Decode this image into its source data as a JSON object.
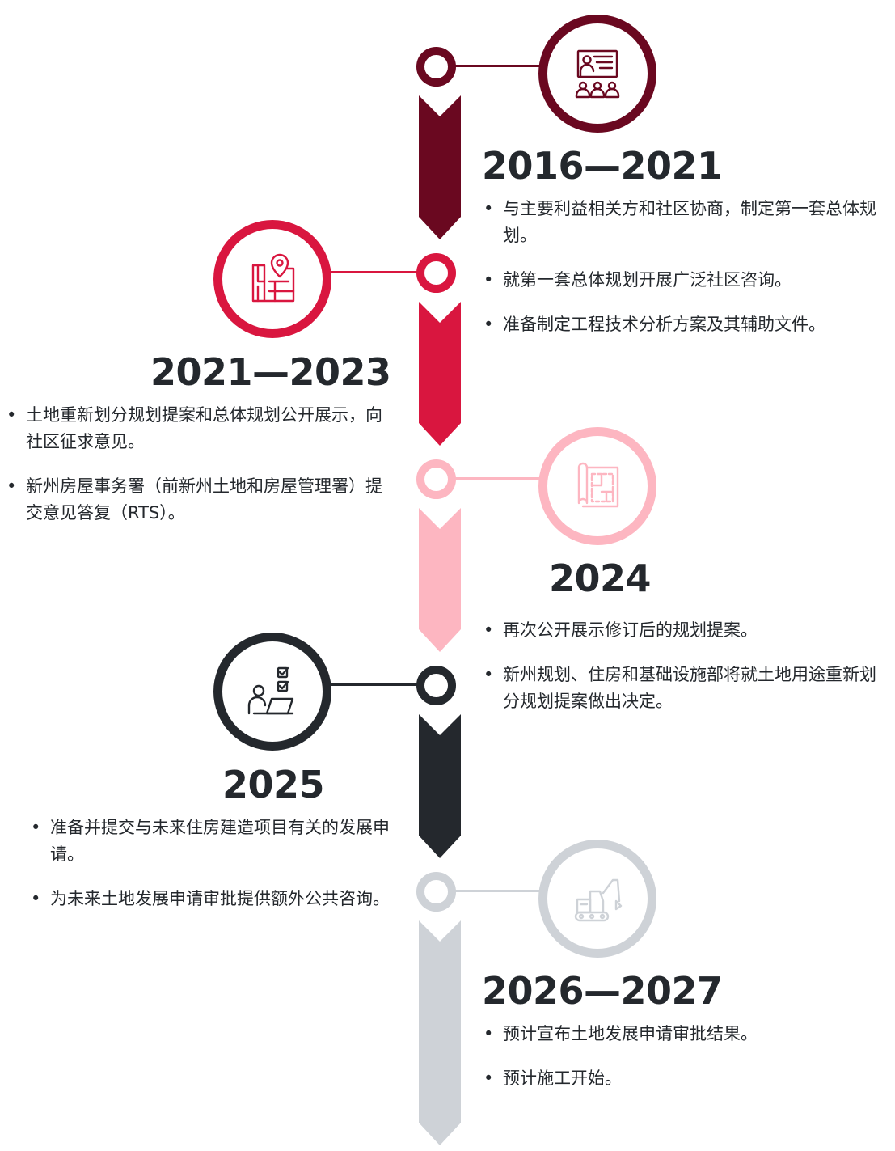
{
  "colors": {
    "phase1": "#6a0820",
    "phase2": "#d9163f",
    "phase3": "#fdb6c1",
    "phase4": "#24282d",
    "phase5": "#ced2d7",
    "text": "#24282d"
  },
  "phases": [
    {
      "years": "2016—2021",
      "icon": "presentation-icon",
      "bullets": [
        "与主要利益相关方和社区协商，制定第一套总体规划。",
        "就第一套总体规划开展广泛社区咨询。",
        "准备制定工程技术分析方案及其辅助文件。"
      ]
    },
    {
      "years": "2021—2023",
      "icon": "map-pin-icon",
      "bullets": [
        "土地重新划分规划提案和总体规划公开展示，向社区征求意见。",
        "新州房屋事务署（前新州土地和房屋管理署）提交意见答复（RTS）。"
      ]
    },
    {
      "years": "2024",
      "icon": "blueprint-icon",
      "bullets": [
        "再次公开展示修订后的规划提案。",
        "新州规划、住房和基础设施部将就土地用途重新划分规划提案做出决定。"
      ]
    },
    {
      "years": "2025",
      "icon": "person-laptop-checklist-icon",
      "bullets": [
        "准备并提交与未来住房建造项目有关的发展申请。",
        "为未来土地发展申请审批提供额外公共咨询。"
      ]
    },
    {
      "years": "2026—2027",
      "icon": "excavator-icon",
      "bullets": [
        "预计宣布土地发展申请审批结果。",
        "预计施工开始。"
      ]
    }
  ]
}
